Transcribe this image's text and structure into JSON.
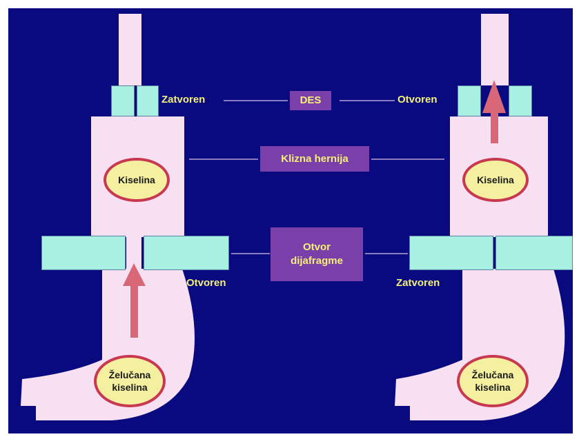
{
  "colors": {
    "background": "#0a0a80",
    "tissue": "#f7e0f1",
    "sphincter": "#a8f0e2",
    "label_text": "#f4f078",
    "center_box": "#7a3fa8",
    "arrow": "#d86878",
    "oval_fill": "#f4f0a0",
    "oval_border": "#c83850"
  },
  "left": {
    "des_state": "Zatvoren",
    "diaphragm_state": "Otvoren",
    "acid": "Kiselina",
    "gastric_acid_line1": "Želučana",
    "gastric_acid_line2": "kiselina",
    "arrow_icon": "arrow-up-icon"
  },
  "center": {
    "des": "DES",
    "hernia": "Klizna hernija",
    "diaphragm_line1": "Otvor",
    "diaphragm_line2": "dijafragme"
  },
  "right": {
    "des_state": "Otvoren",
    "diaphragm_state": "Zatvoren",
    "acid": "Kiselina",
    "gastric_acid_line1": "Želučana",
    "gastric_acid_line2": "kiselina",
    "arrow_icon": "arrow-up-icon"
  }
}
